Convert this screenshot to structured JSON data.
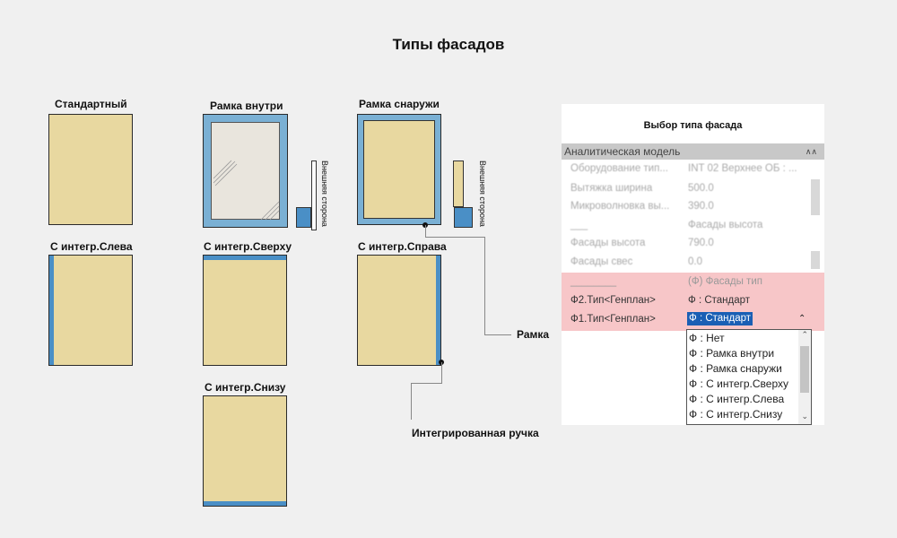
{
  "title": "Типы фасадов",
  "facades": {
    "standard": "Стандартный",
    "frame_inside": "Рамка внутри",
    "frame_outside": "Рамка снаружи",
    "integ_left": "С интегр.Слева",
    "integ_top": "С интегр.Сверху",
    "integ_right": "С интегр.Справа",
    "integ_bottom": "С интегр.Снизу"
  },
  "side_note": "Внешняя сторона",
  "callouts": {
    "frame": "Рамка",
    "handle": "Интегрированная ручка"
  },
  "colors": {
    "panel": "#e8d8a0",
    "frame": "#7ab0d4",
    "handle": "#4a8fc6",
    "highlight": "#f7c6c8",
    "selected": "#1a5fb4"
  },
  "properties": {
    "title": "Выбор типа фасада",
    "group": "Аналитическая модель",
    "rows": [
      {
        "key": "Оборудование тип...",
        "value": "INT 02 Верхнее ОБ : ..."
      },
      {
        "key": "Вытяжка ширина",
        "value": "500.0"
      },
      {
        "key": "Микроволновка вы...",
        "value": "390.0"
      },
      {
        "key": "___",
        "value": "Фасады высота"
      },
      {
        "key": "Фасады высота",
        "value": "790.0"
      },
      {
        "key": "Фасады свес",
        "value": "0.0"
      },
      {
        "key": "________",
        "value": "(Ф) Фасады тип"
      },
      {
        "key": "Ф2.Тип<Генплан>",
        "value": "Ф : Стандарт"
      },
      {
        "key": "Ф1.Тип<Генплан>",
        "value": "Ф : Стандарт"
      }
    ],
    "dropdown": [
      "Ф : Нет",
      "Ф : Рамка внутри",
      "Ф : Рамка снаружи",
      "Ф : С интегр.Сверху",
      "Ф : С интегр.Слева",
      "Ф : С интегр.Снизу"
    ]
  }
}
